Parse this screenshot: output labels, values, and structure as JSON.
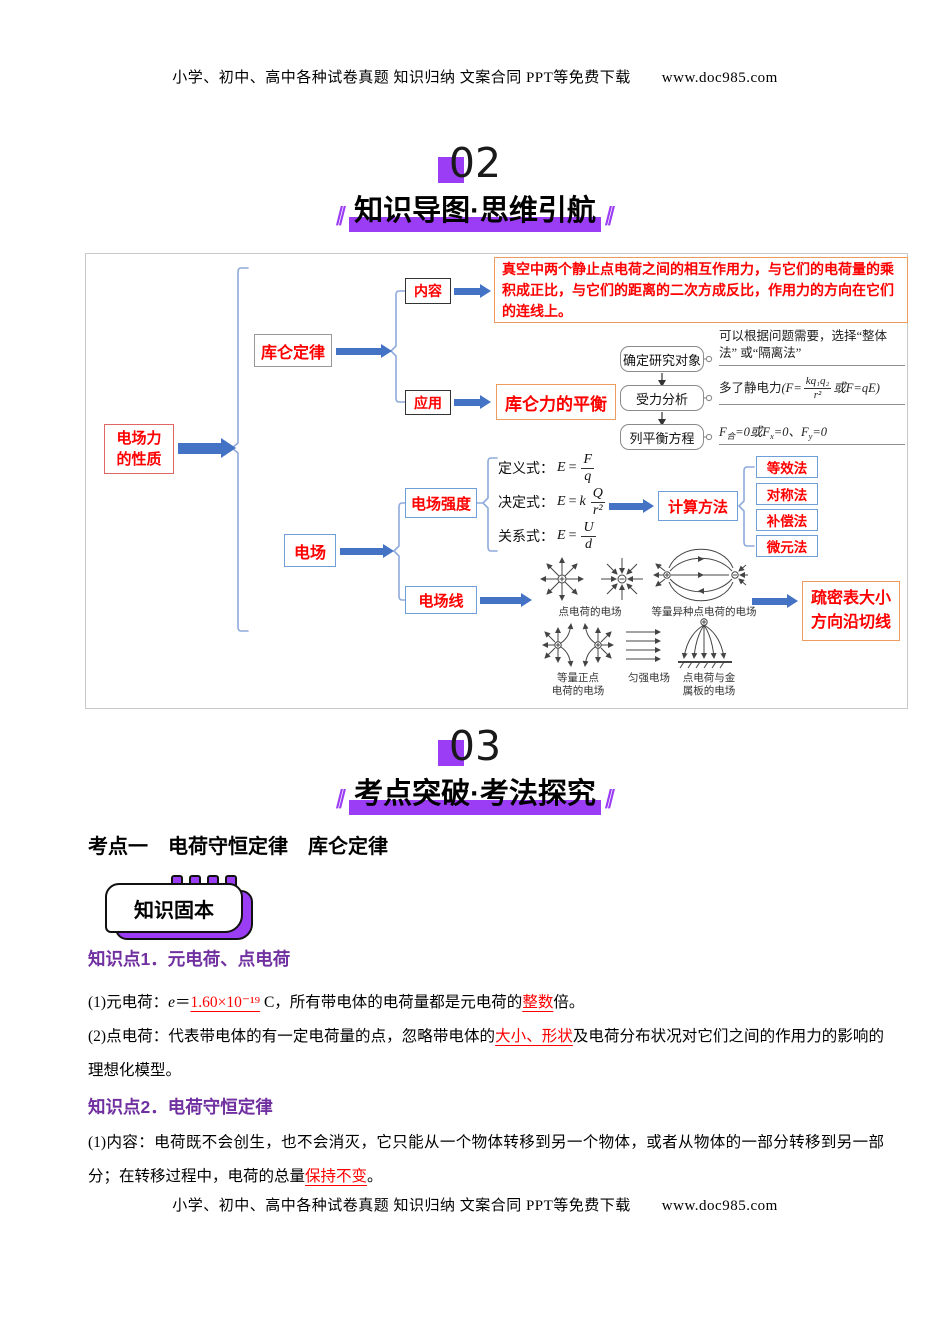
{
  "deco": {
    "slash": "∥"
  },
  "page": {
    "header": "小学、初中、高中各种试卷真题 知识归纳 文案合同 PPT等免费下载　　www.doc985.com",
    "footer": "小学、初中、高中各种试卷真题 知识归纳 文案合同 PPT等免费下载　　www.doc985.com"
  },
  "colors": {
    "accent_purple": "#9B3DF5",
    "heading_purple": "#7030A0",
    "red": "#FE0000",
    "arrow_blue": "#4472C4",
    "orange_border": "#ED9C5F"
  },
  "section02": {
    "number": "02",
    "title": "知识导图·思维引航"
  },
  "section03": {
    "number": "03",
    "title": "考点突破·考法探究"
  },
  "mindmap": {
    "root_line1": "电场力",
    "root_line2": "的性质",
    "coulomb": "库仑定律",
    "content_label": "内容",
    "content_text": "真空中两个静止点电荷之间的相互作用力，与它们的电荷量的乘积成正比，与它们的距离的二次方成反比，作用力的方向在它们的连线上。",
    "apply_label": "应用",
    "balance_title": "库仑力的平衡",
    "flow_step1": "确定研究对象",
    "flow_step2": "受力分析",
    "flow_step3": "列平衡方程",
    "note1_line1": "可以根据问题需要，选择“整体法”",
    "note1_line2": "或“隔离法”",
    "note2_prefix": "多了静电力",
    "note2_open": "(F=",
    "note2_num": "kq₁q₂",
    "note2_den": "r²",
    "note2_close": " 或F=qE)",
    "note3": {
      "p1": "F",
      "s1": "合",
      "p2": "=0或",
      "p3": "F",
      "s2": "x",
      "p4": "=0、",
      "p5": "F",
      "s3": "y",
      "p6": "=0"
    },
    "field": "电场",
    "strength": "电场强度",
    "lines": "电场线",
    "formula_def": {
      "label": "定义式：",
      "E": "E",
      "eq": "=",
      "num": "F",
      "den": "q"
    },
    "formula_det": {
      "label": "决定式：",
      "E": "E",
      "eq": "=",
      "k": "k",
      "num": "Q",
      "den": "r²"
    },
    "formula_rel": {
      "label": "关系式：",
      "E": "E",
      "eq": "=",
      "num": "U",
      "den": "d"
    },
    "calc": "计算方法",
    "methods": [
      "等效法",
      "对称法",
      "补偿法",
      "微元法"
    ],
    "labels": {
      "point": "点电荷的电场",
      "opposite": "等量异种点电荷的电场",
      "same_l1": "等量正点",
      "same_l2": "电荷的电场",
      "uniform": "匀强电场",
      "plate_l1": "点电荷与金",
      "plate_l2": "属板的电场"
    },
    "sparse_l1": "疏密表大小",
    "sparse_l2": "方向沿切线"
  },
  "kaodian1": {
    "title": "考点一　电荷守恒定律　库仑定律"
  },
  "badge": {
    "label": "知识固本"
  },
  "kp1": {
    "title": "知识点1．元电荷、点电荷",
    "p1_pre": "(1)元电荷：",
    "p1_e": "e",
    "p1_eq": "＝",
    "p1_val": "1.60×10⁻¹⁹",
    "p1_mid": " C，所有带电体的电荷量都是元电荷的",
    "p1_hl": "整数",
    "p1_post": "倍。",
    "p2_pre": "(2)点电荷：代表带电体的有一定电荷量的点，忽略带电体的",
    "p2_hl": "大小、形状",
    "p2_post": "及电荷分布状况对它们之间的作用力的影响的理想化模型。"
  },
  "kp2": {
    "title": "知识点2．电荷守恒定律",
    "p1_pre": "(1)内容：电荷既不会创生，也不会消灭，它只能从一个物体转移到另一个物体，或者从物体的一部分转移到另一部分；在转移过程中，电荷的总量",
    "p1_hl": "保持不变",
    "p1_post": "。"
  }
}
